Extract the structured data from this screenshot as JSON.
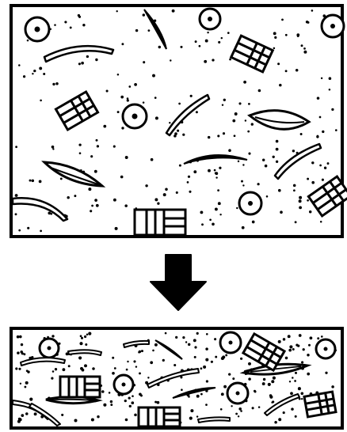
{
  "diagram": {
    "ink_color": "#000000",
    "paper_color": "#ffffff",
    "panels": [
      {
        "id": "before",
        "content": [
          "dotted-matrix",
          "circular-grains",
          "curved-fibres",
          "lens-grains",
          "laminated-grains"
        ]
      },
      {
        "id": "after",
        "content": [
          "dotted-matrix",
          "circular-grains",
          "flattened-fibres",
          "lens-grains",
          "laminated-grains"
        ]
      }
    ],
    "arrow": {
      "direction": "down",
      "icon": "down-arrow-icon"
    }
  }
}
